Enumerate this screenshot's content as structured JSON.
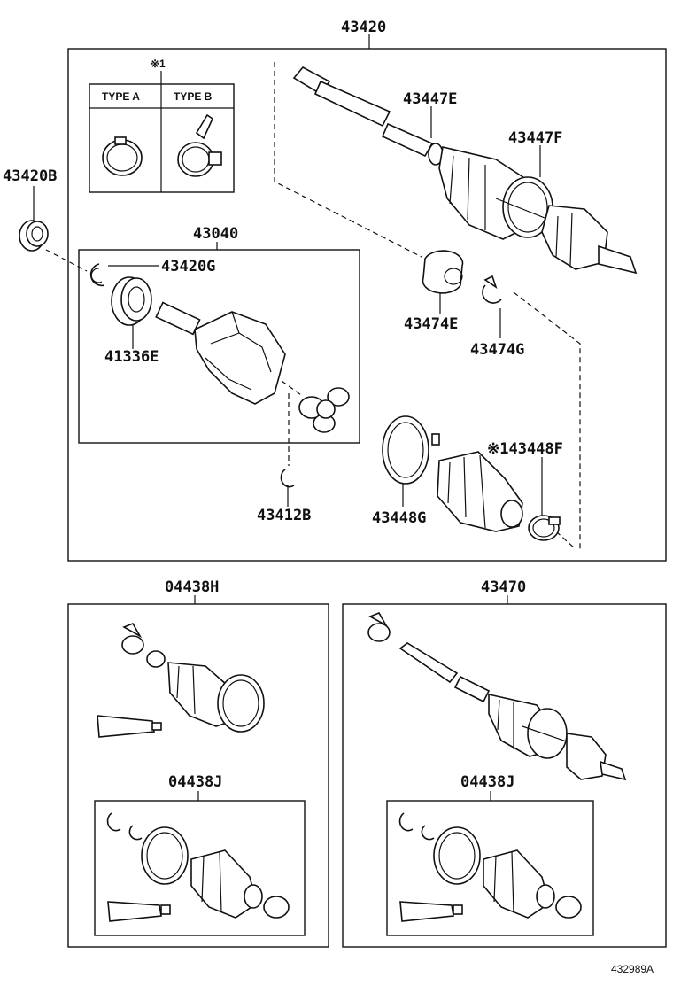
{
  "labels": {
    "p43420": "43420",
    "p43420B": "43420B",
    "p43040": "43040",
    "p43420G": "43420G",
    "p41336E": "41336E",
    "p43412B": "43412B",
    "p43447E": "43447E",
    "p43447F": "43447F",
    "p43474E": "43474E",
    "p43474G": "43474G",
    "p43448G": "43448G",
    "p43448F": "※143448F",
    "p04438H": "04438H",
    "p43470": "43470",
    "p04438J_left": "04438J",
    "p04438J_right": "04438J"
  },
  "note": {
    "mark": "※1",
    "type_a": "TYPE A",
    "type_b": "TYPE B"
  },
  "footer": {
    "code": "432989A"
  }
}
